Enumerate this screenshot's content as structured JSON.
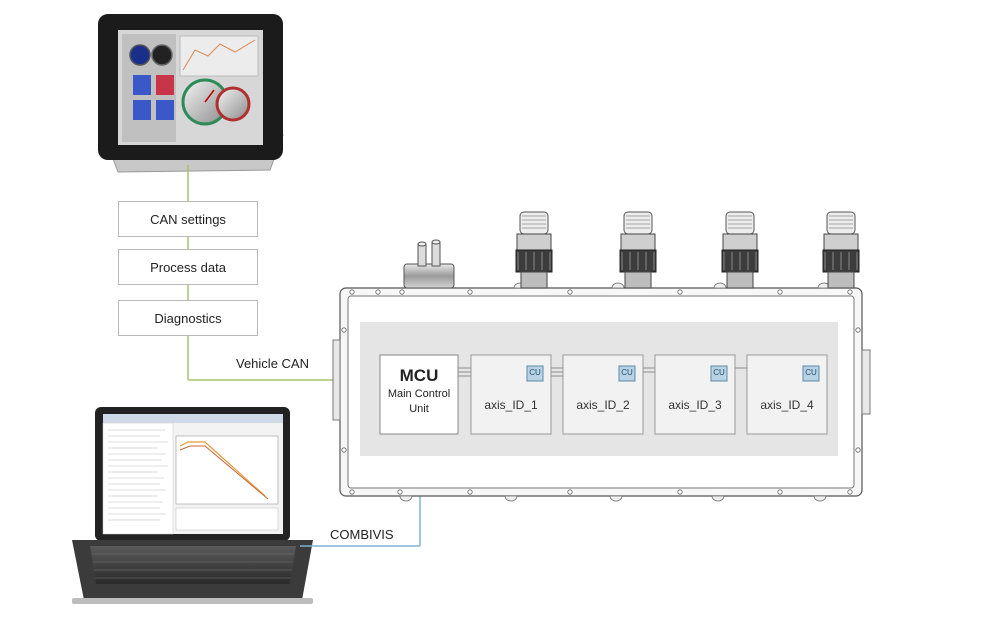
{
  "labels": {
    "can_settings": "CAN settings",
    "process_data": "Process data",
    "diagnostics": "Diagnostics",
    "vehicle_can": "Vehicle CAN",
    "combivis": "COMBIVIS"
  },
  "mcu": {
    "title": "MCU",
    "line1": "Main Control",
    "line2": "Unit"
  },
  "axes": [
    {
      "label": "axis_ID_1",
      "cu": "CU"
    },
    {
      "label": "axis_ID_2",
      "cu": "CU"
    },
    {
      "label": "axis_ID_3",
      "cu": "CU"
    },
    {
      "label": "axis_ID_4",
      "cu": "CU"
    }
  ],
  "colors": {
    "line_green": "#a6c46a",
    "line_blue": "#7fb3d5",
    "cu_fill": "#b9d3e4"
  },
  "icons": [
    "tablet-icon",
    "laptop-icon",
    "connector-icon",
    "cable-gland-icon"
  ]
}
